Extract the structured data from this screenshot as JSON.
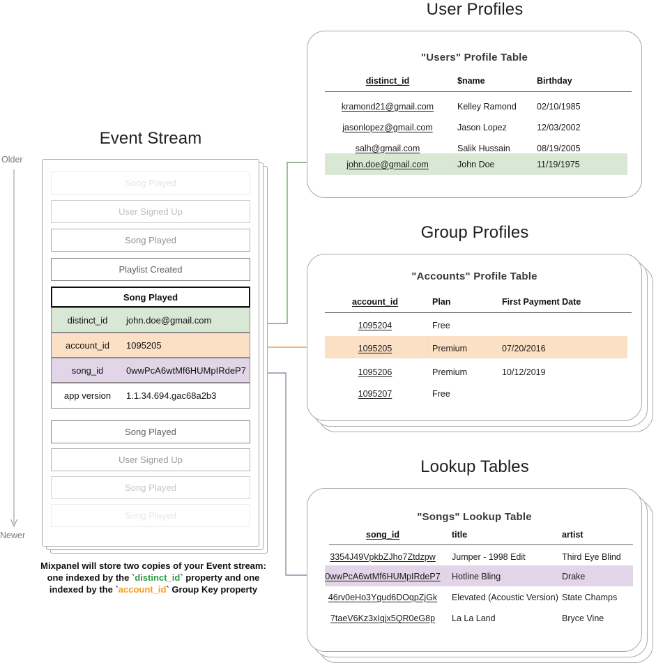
{
  "sections": {
    "user_profiles": "User Profiles",
    "group_profiles": "Group Profiles",
    "lookup_tables": "Lookup Tables",
    "event_stream": "Event Stream"
  },
  "axis": {
    "older": "Older",
    "newer": "Newer"
  },
  "caption": {
    "line1": "Mixpanel will store two copies of your Event stream:",
    "line2a": "one indexed by the `",
    "line2b": "distinct_id",
    "line2c": "` property and one",
    "line3a": "indexed by the `",
    "line3b": "account_id",
    "line3c": "` Group Key property"
  },
  "event_stream": {
    "faded_top": [
      {
        "label": "Song Played",
        "opacity": 0.14
      },
      {
        "label": "User Signed Up",
        "opacity": 0.34
      },
      {
        "label": "Song Played",
        "opacity": 0.58
      },
      {
        "label": "Playlist Created",
        "opacity": 0.85
      }
    ],
    "faded_bottom": [
      {
        "label": "Song Played",
        "opacity": 0.85
      },
      {
        "label": "User Signed Up",
        "opacity": 0.52
      },
      {
        "label": "Song Played",
        "opacity": 0.3
      },
      {
        "label": "Song Played",
        "opacity": 0.12
      }
    ],
    "selected": {
      "title": "Song Played",
      "properties": [
        {
          "key": "distinct_id",
          "value": "john.doe@gmail.com",
          "color": "#d9e8d4"
        },
        {
          "key": "account_id",
          "value": "1095205",
          "color": "#fce0c5"
        },
        {
          "key": "song_id",
          "value": "0wwPcA6wtMf6HUMpIRdeP7",
          "color": "#e2d5e8"
        },
        {
          "key": "app version",
          "value": "1.1.34.694.gac68a2b3",
          "color": "#ffffff"
        }
      ]
    }
  },
  "users_table": {
    "title": "\"Users\" Profile Table",
    "headers": [
      "distinct_id",
      "$name",
      "Birthday"
    ],
    "rows": [
      {
        "cells": [
          "kramond21@gmail.com",
          "Kelley Ramond",
          "02/10/1985"
        ],
        "highlight": null
      },
      {
        "cells": [
          "jasonlopez@gmail.com",
          "Jason Lopez",
          "12/03/2002"
        ],
        "highlight": null
      },
      {
        "cells": [
          "salh@gmail.com",
          "Salik Hussain",
          "08/19/2005"
        ],
        "highlight": null
      },
      {
        "cells": [
          "john.doe@gmail.com",
          "John Doe",
          "11/19/1975"
        ],
        "highlight": "#d9e8d4"
      }
    ]
  },
  "accounts_table": {
    "title": "\"Accounts\" Profile Table",
    "headers": [
      "account_id",
      "Plan",
      "First Payment Date"
    ],
    "rows": [
      {
        "cells": [
          "1095204",
          "Free",
          ""
        ],
        "highlight": null
      },
      {
        "cells": [
          "1095205",
          "Premium",
          "07/20/2016"
        ],
        "highlight": "#fce0c5"
      },
      {
        "cells": [
          "1095206",
          "Premium",
          "10/12/2019"
        ],
        "highlight": null
      },
      {
        "cells": [
          "1095207",
          "Free",
          ""
        ],
        "highlight": null
      }
    ]
  },
  "songs_table": {
    "title": "\"Songs\" Lookup Table",
    "headers": [
      "song_id",
      "title",
      "artist"
    ],
    "rows": [
      {
        "cells": [
          "3354J49VpkbZJho7Ztdzpw",
          "Jumper - 1998 Edit",
          "Third Eye Blind"
        ],
        "highlight": null
      },
      {
        "cells": [
          "0wwPcA6wtMf6HUMpIRdeP7",
          "Hotline Bling",
          "Drake"
        ],
        "highlight": "#e2d5e8"
      },
      {
        "cells": [
          "46rv0eHo3Ygud6DOqpZjGk",
          "Elevated (Acoustic Version)",
          "State Champs"
        ],
        "highlight": null
      },
      {
        "cells": [
          "7taeV6Kz3xIgjx5QR0eG8p",
          "La La Land",
          "Bryce Vine"
        ],
        "highlight": null
      }
    ]
  },
  "colors": {
    "green": "#d9e8d4",
    "green_line": "#73a96b",
    "orange": "#fce0c5",
    "orange_line": "#e8a33d",
    "purple": "#e2d5e8",
    "purple_line": "#9b8aa6",
    "card_border": "#a8a8a8",
    "axis_gray": "#9a9a9a"
  }
}
